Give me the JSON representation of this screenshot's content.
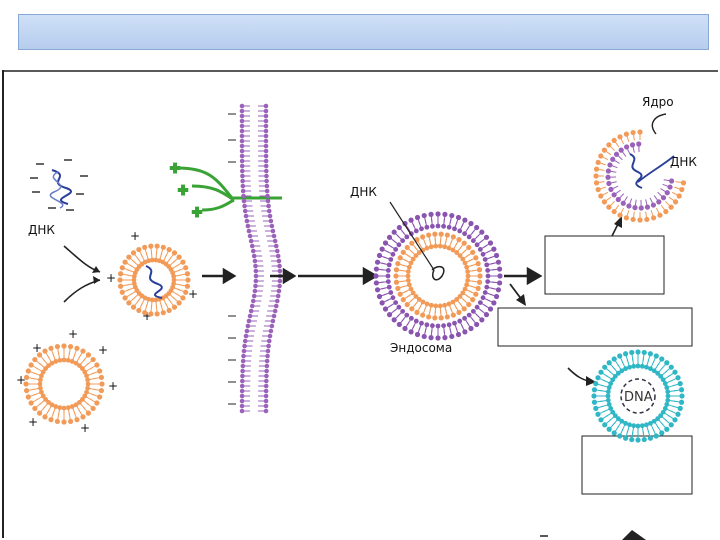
{
  "header": {
    "title": ""
  },
  "diagram": {
    "labels": {
      "dna_left": "ДНК",
      "dna_center": "ДНК",
      "dna_right": "ДНК",
      "nucleus": "Ядро",
      "endosome": "Эндосома",
      "dna_latin": "DNA"
    },
    "colors": {
      "lipoplex_head": "#f29a58",
      "bilayer_head": "#9a62b8",
      "endosome_outer": "#8a55b0",
      "endosome_inner": "#f29a58",
      "receptor": "#3aa335",
      "nucleus_head": "#f29a58",
      "nucleus_inner": "#9a62b8",
      "polyplex_head": "#2fb7c6",
      "dna_strand": "#2a3f9a"
    },
    "text_boxes": [
      "",
      "",
      ""
    ]
  }
}
